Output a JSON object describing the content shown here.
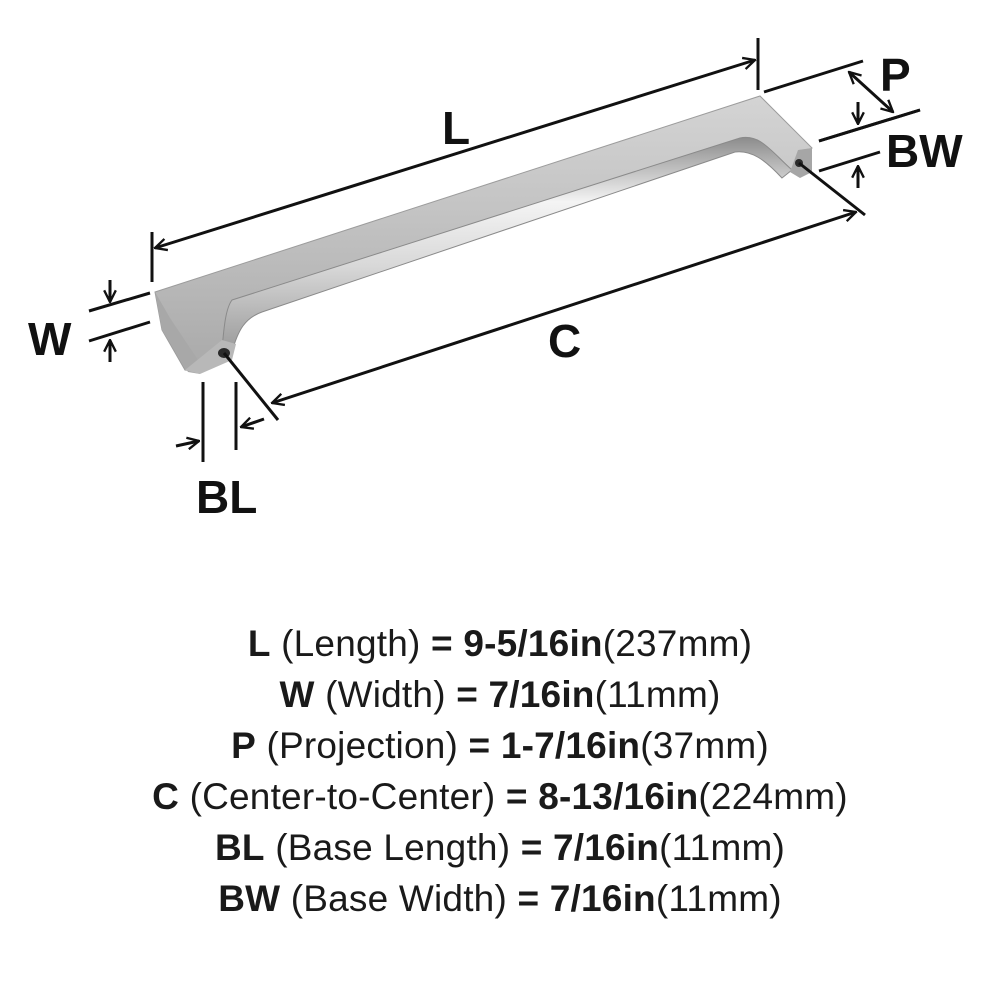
{
  "diagram": {
    "title": "Cabinet pull dimension diagram",
    "labels": {
      "L": "L",
      "P": "P",
      "BW": "BW",
      "W": "W",
      "C": "C",
      "BL": "BL"
    },
    "colors": {
      "line": "#111111",
      "metal_light": "#e6e6e6",
      "metal_mid": "#bdbdbd",
      "metal_dark": "#8a8a8a",
      "background": "#ffffff"
    }
  },
  "specs": [
    {
      "code": "L",
      "name": "(Length)",
      "eq": "=",
      "inches": "9-5/16in",
      "mm": "(237mm)"
    },
    {
      "code": "W",
      "name": "(Width)",
      "eq": "=",
      "inches": "7/16in",
      "mm": "(11mm)"
    },
    {
      "code": "P",
      "name": "(Projection)",
      "eq": "=",
      "inches": "1-7/16in",
      "mm": "(37mm)"
    },
    {
      "code": "C",
      "name": "(Center-to-Center)",
      "eq": "=",
      "inches": "8-13/16in",
      "mm": "(224mm)"
    },
    {
      "code": "BL",
      "name": "(Base Length)",
      "eq": "=",
      "inches": "7/16in",
      "mm": "(11mm)"
    },
    {
      "code": "BW",
      "name": "(Base Width)",
      "eq": "=",
      "inches": "7/16in",
      "mm": "(11mm)"
    }
  ]
}
